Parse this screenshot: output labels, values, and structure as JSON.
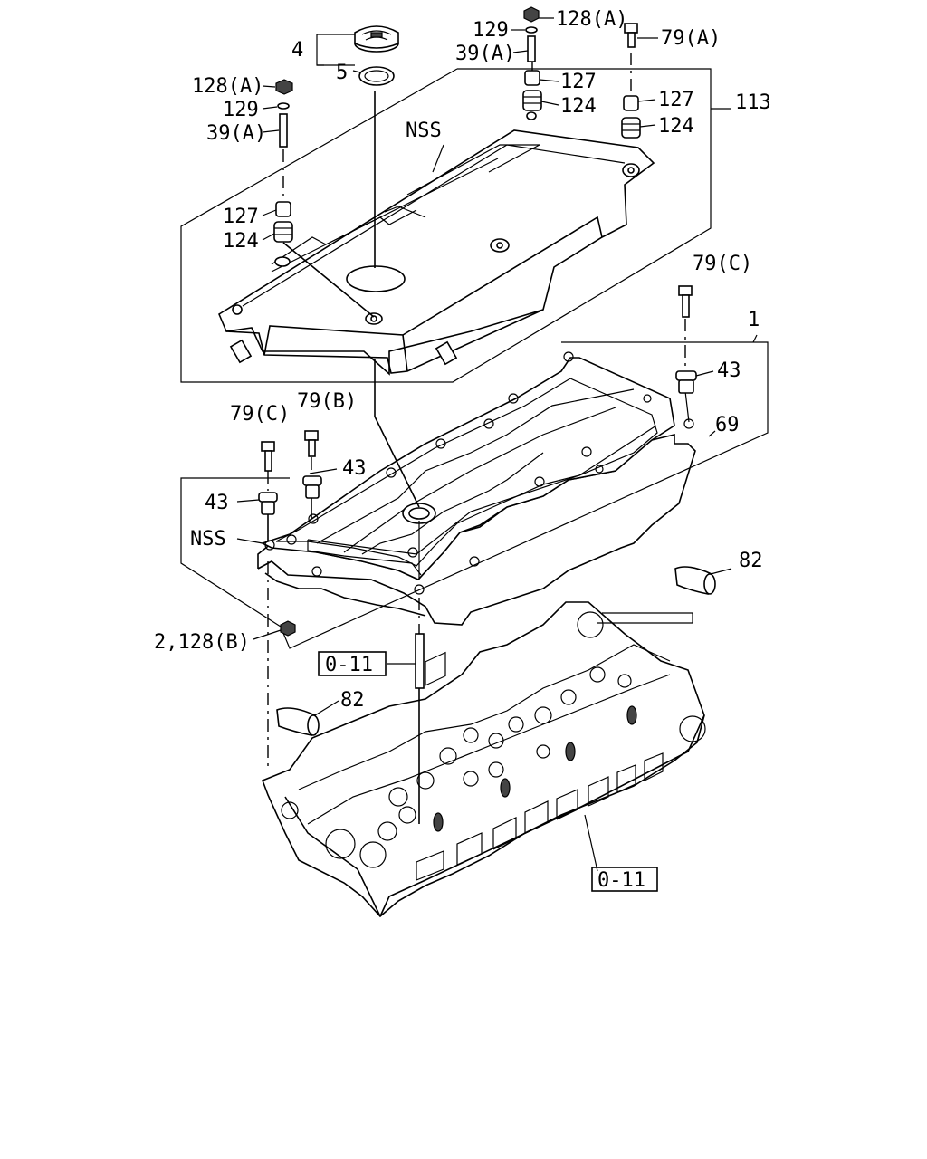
{
  "labels": {
    "l_4": "4",
    "l_5": "5",
    "l_128a_left": "128(A)",
    "l_129_left": "129",
    "l_39a_left": "39(A)",
    "l_127_left": "127",
    "l_124_left": "124",
    "l_nss_top": "NSS",
    "l_129_top": "129",
    "l_128a_top": "128(A)",
    "l_39a_top": "39(A)",
    "l_127_mid": "127",
    "l_124_mid": "124",
    "l_79a": "79(A)",
    "l_127_right": "127",
    "l_124_right": "124",
    "l_113": "113",
    "l_79c_right": "79(C)",
    "l_1": "1",
    "l_43_right": "43",
    "l_69": "69",
    "l_79c_left": "79(C)",
    "l_79b": "79(B)",
    "l_43_mid": "43",
    "l_43_left": "43",
    "l_nss_left": "NSS",
    "l_82_right": "82",
    "l_2_128b": "2,128(B)",
    "l_011_top": "0-11",
    "l_82_left": "82",
    "l_011_bottom": "0-11"
  }
}
